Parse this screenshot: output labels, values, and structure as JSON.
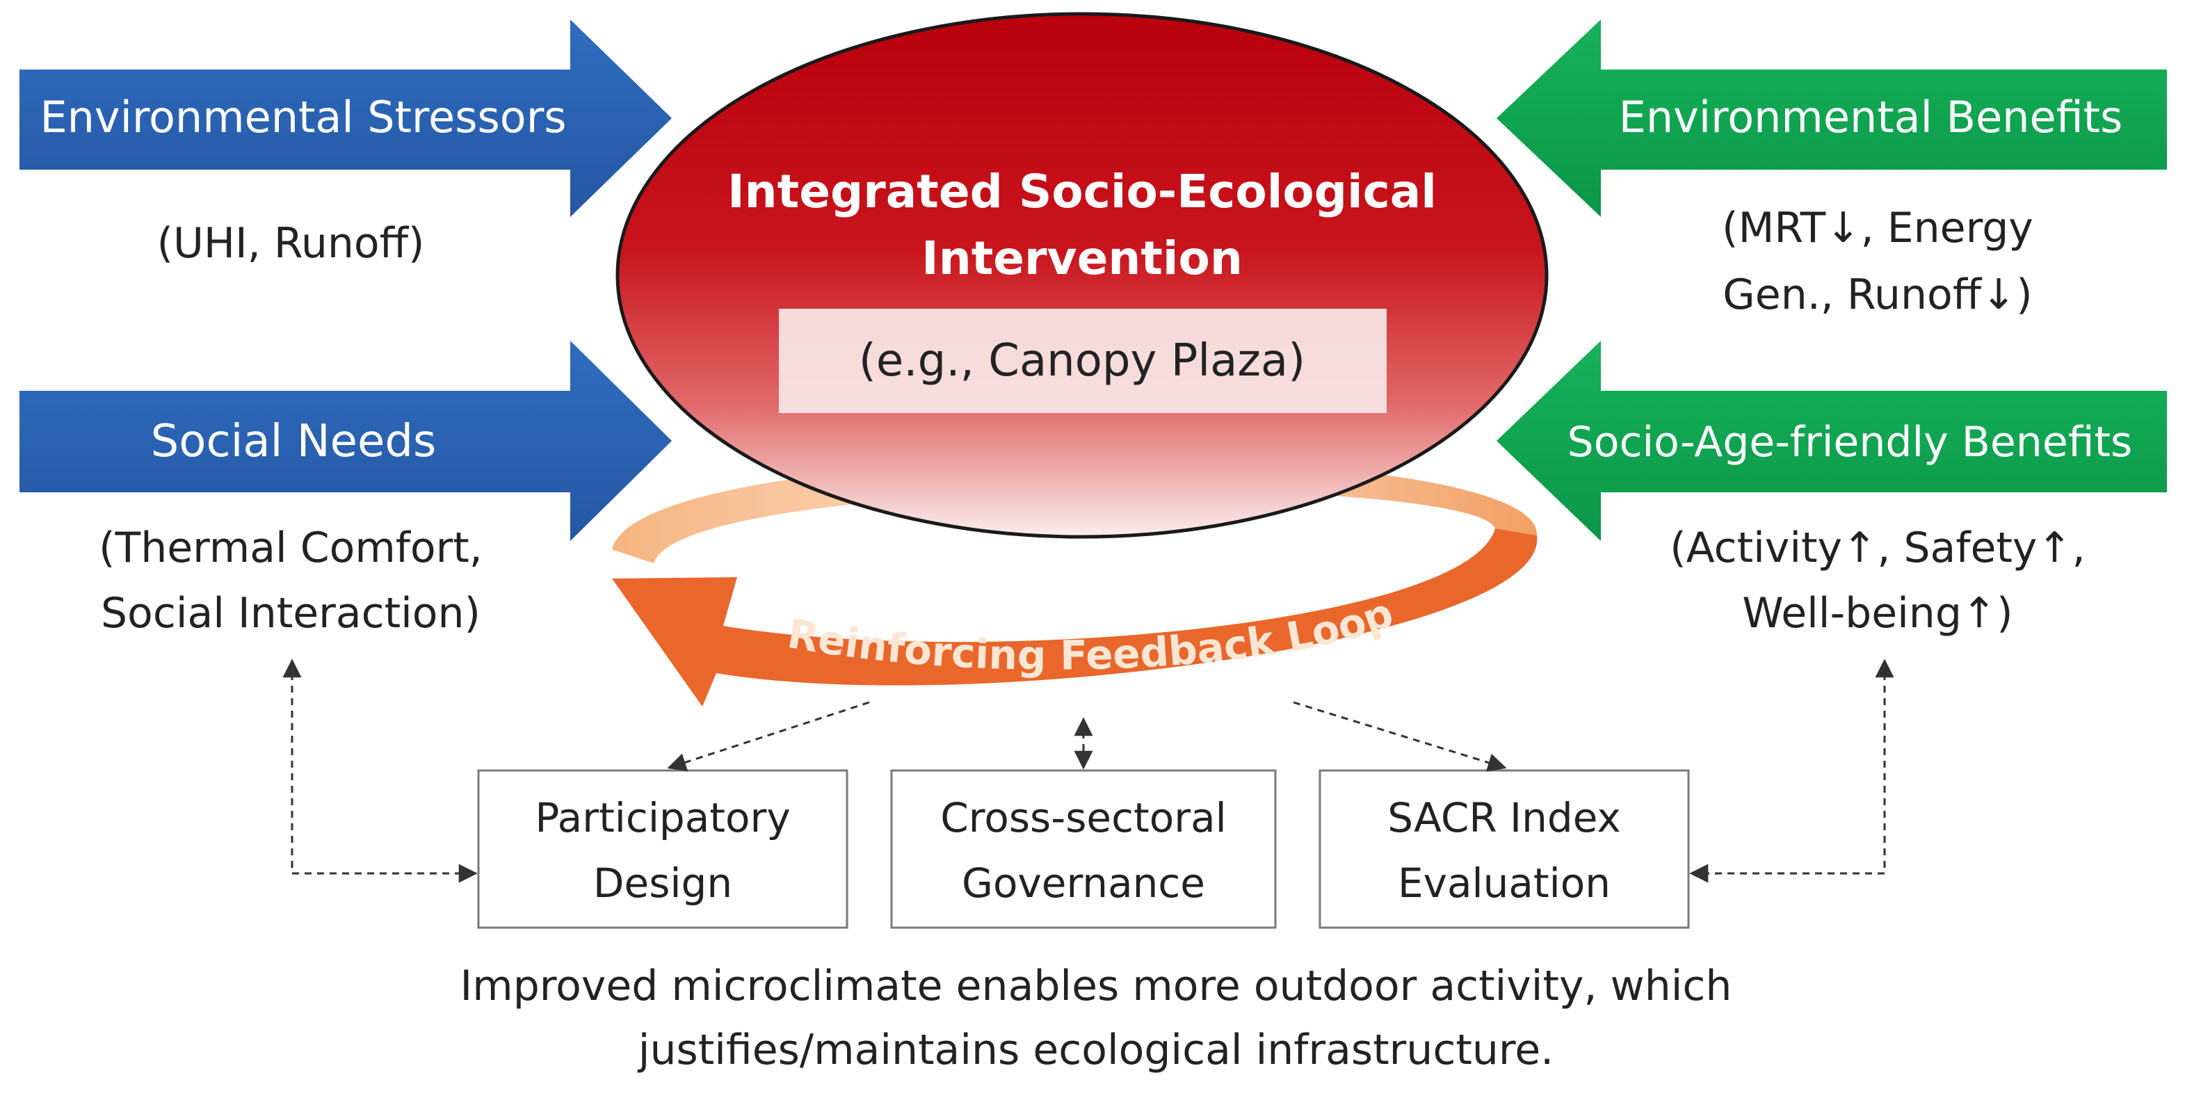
{
  "center": {
    "title_line1": "Integrated Socio-Ecological",
    "title_line2": "Intervention",
    "example": "(e.g., Canopy Plaza)"
  },
  "left_arrows": [
    {
      "label": "Environmental Stressors",
      "detail_line1": "(UHI, Runoff)",
      "detail_line2": ""
    },
    {
      "label": "Social Needs",
      "detail_line1": "(Thermal Comfort,",
      "detail_line2": "Social Interaction)"
    }
  ],
  "right_arrows": [
    {
      "label": "Environmental Benefits",
      "detail_line1": "(MRT↓, Energy",
      "detail_line2": "Gen., Runoff↓)"
    },
    {
      "label": "Socio-Age-friendly Benefits",
      "detail_line1": "(Activity↑, Safety↑,",
      "detail_line2": "Well-being↑)"
    }
  ],
  "loop": {
    "label": "Reinforcing Feedback Loop"
  },
  "boxes": [
    {
      "line1": "Participatory",
      "line2": "Design"
    },
    {
      "line1": "Cross-sectoral",
      "line2": "Governance"
    },
    {
      "line1": "SACR Index",
      "line2": "Evaluation"
    }
  ],
  "caption": {
    "line1": "Improved microclimate enables more outdoor activity, which",
    "line2": "justifies/maintains ecological infrastructure."
  },
  "colors": {
    "blue": "#2a62b0",
    "green": "#0fa552",
    "red": "#c8101a",
    "orange": "#e8672a"
  }
}
